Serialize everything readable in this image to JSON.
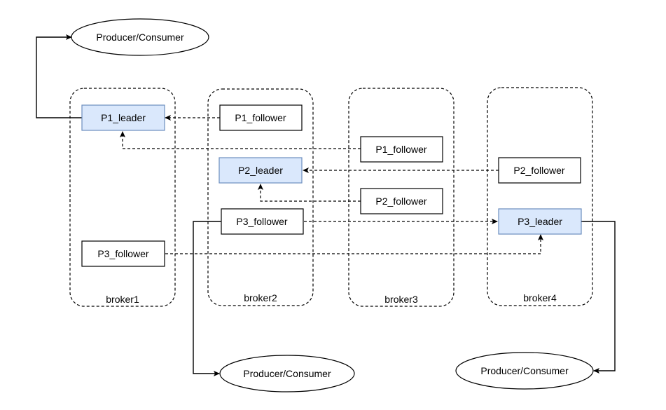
{
  "brokers": [
    {
      "label": "broker1"
    },
    {
      "label": "broker2"
    },
    {
      "label": "broker3"
    },
    {
      "label": "broker4"
    }
  ],
  "partitions": {
    "p1_leader": "P1_leader",
    "p1_follower_b2": "P1_follower",
    "p1_follower_b3": "P1_follower",
    "p2_leader": "P2_leader",
    "p2_follower_b3": "P2_follower",
    "p2_follower_b4": "P2_follower",
    "p3_leader": "P3_leader",
    "p3_follower_b1": "P3_follower",
    "p3_follower_b2": "P3_follower"
  },
  "clients": {
    "top": "Producer/Consumer",
    "bottom_middle": "Producer/Consumer",
    "bottom_right": "Producer/Consumer"
  },
  "colors": {
    "leader_fill": "#dae8fc",
    "leader_stroke": "#6c8ebf",
    "box_stroke": "#000000"
  }
}
